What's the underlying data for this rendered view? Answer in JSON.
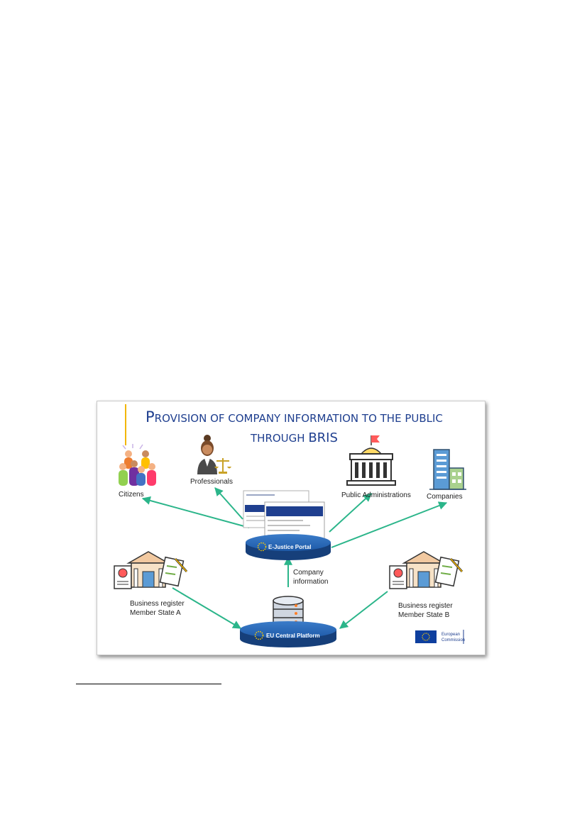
{
  "diagram": {
    "title_line1_big": "P",
    "title_line1_rest": "ROVISION OF COMPANY INFORMATION TO THE PUBLIC",
    "title_line2_rest": "THROUGH ",
    "title_line2_big": "BRIS",
    "nodes": {
      "citizens": "Citizens",
      "professionals": "Professionals",
      "public_administrations": "Public Administrations",
      "companies": "Companies",
      "ejustice_portal": "E-Justice Portal",
      "eu_central_platform": "EU Central Platform",
      "company_information_line1": "Company",
      "company_information_line2": "information",
      "register_a_line1": "Business register",
      "register_a_line2": "Member State A",
      "register_b_line1": "Business register",
      "register_b_line2": "Member State B",
      "ec_logo_line1": "European",
      "ec_logo_line2": "Commission"
    },
    "edges": [
      {
        "from": "E-Justice Portal",
        "to": "Citizens"
      },
      {
        "from": "E-Justice Portal",
        "to": "Professionals"
      },
      {
        "from": "E-Justice Portal",
        "to": "Public Administrations"
      },
      {
        "from": "E-Justice Portal",
        "to": "Companies"
      },
      {
        "from": "EU Central Platform",
        "to": "E-Justice Portal",
        "label": "Company information"
      },
      {
        "from": "Business register Member State A",
        "to": "EU Central Platform"
      },
      {
        "from": "Business register Member State B",
        "to": "EU Central Platform"
      }
    ],
    "colors": {
      "title": "#1f3f8f",
      "arrow": "#2bb58a",
      "disc": "#1e5aa8",
      "eu_flag": "#0e3f9e"
    }
  }
}
